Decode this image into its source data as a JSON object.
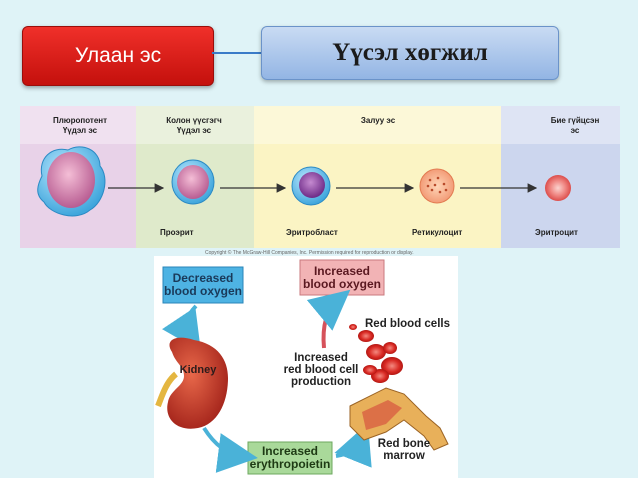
{
  "header": {
    "left_button": "Улаан эс",
    "right_title": "Үүсэл хөгжил"
  },
  "stages": {
    "headers": [
      "Плюропотент\nҮүдэл эс",
      "Колон үүсгэгч\nҮүдэл эс",
      "Залуу эс",
      "Бие гүйцсэн\nэс"
    ],
    "cells": [
      "Проэрит",
      "Эритробласт",
      "Ретикулоцит",
      "Эритроцит"
    ]
  },
  "copyright": "Copyright © The McGraw-Hill Companies, Inc. Permission required for reproduction or display.",
  "cycle": {
    "decreased": "Decreased\nblood oxygen",
    "increased_oxygen": "Increased\nblood oxygen",
    "red_cells": "Red blood cells",
    "production": "Increased\nred blood cell\nproduction",
    "kidney": "Kidney",
    "epo": "Increased\nerythropoietin",
    "marrow": "Red bone\nmarrow"
  },
  "colors": {
    "red_button": "#d81e18",
    "title_box": "#b4cdef",
    "col_pluripotent": "#e8d2e8",
    "col_colony": "#dfeacb",
    "col_young": "#fbf4c4",
    "col_mature": "#ccd6ee"
  }
}
